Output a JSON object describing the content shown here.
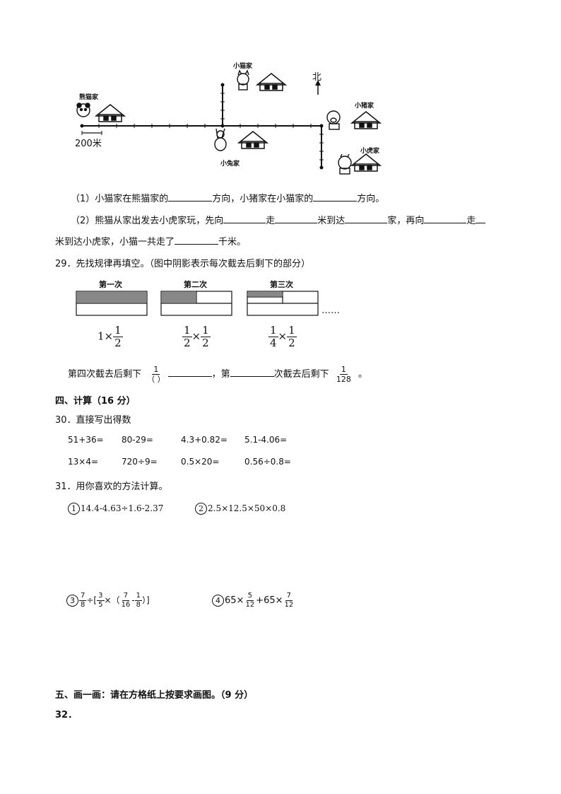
{
  "map": {
    "labels": {
      "panda": "熊猫家",
      "cat": "小猫家",
      "rabbit": "小兔家",
      "pig": "小猪家",
      "tiger": "小虎家",
      "north": "北",
      "scale": "200米"
    }
  },
  "q28": {
    "part1": {
      "a": "（1）小猫家在熊猫家的",
      "b": "方向，小猪家在小猫家的",
      "c": "方向。"
    },
    "part2": {
      "a": "（2）熊猫从家出发去小虎家玩，先向",
      "b": "走",
      "c": "米到达",
      "d": "家，再向",
      "e": "走",
      "f": "米到达小虎家，小猫一共走了",
      "g": "千米。"
    }
  },
  "q29": {
    "title": "29．先找规律再填空。（图中阴影表示每次截去后剩下的部分）",
    "panels": [
      {
        "label": "第一次",
        "expr_left": "1×",
        "num": "1",
        "den": "2"
      },
      {
        "label": "第二次",
        "expr_left_num": "1",
        "expr_left_den": "2",
        "times": "×",
        "num": "1",
        "den": "2"
      },
      {
        "label": "第三次",
        "expr_left_num": "1",
        "expr_left_den": "4",
        "times": "×",
        "num": "1",
        "den": "2"
      }
    ],
    "ellipsis": "……",
    "fill": {
      "a": "第四次截去后剩下",
      "frac1_num": "1",
      "frac1_den": "（  ）",
      "b": "，第",
      "c": "次截去后剩下",
      "frac2_num": "1",
      "frac2_den": "128",
      "d": "。"
    }
  },
  "section4": {
    "title": "四、计算（16 分）"
  },
  "q30": {
    "title": "30．直接写出得数",
    "row1": [
      "51+36=",
      "80-29=",
      "4.3+0.82=",
      "5.1-4.06="
    ],
    "row2": [
      "13×4=",
      "720÷9=",
      "0.5×20=",
      "0.56÷0.8="
    ]
  },
  "q31": {
    "title": "31．用你喜欢的方法计算。",
    "p1": {
      "mark": "1",
      "expr": "14.4-4.63÷1.6-2.37"
    },
    "p2": {
      "mark": "2",
      "expr": "2.5×12.5×50×0.8"
    },
    "p3": {
      "mark": "3",
      "a_num": "7",
      "a_den": "8",
      "op1": "÷[",
      "b_num": "3",
      "b_den": "5",
      "op2": "×（",
      "c_num": "7",
      "c_den": "16",
      "op3": "-",
      "d_num": "1",
      "d_den": "8",
      "close": "）]"
    },
    "p4": {
      "mark": "4",
      "a": "65×",
      "b_num": "5",
      "b_den": "12",
      "op": "+65×",
      "c_num": "7",
      "c_den": "12"
    }
  },
  "section5": {
    "title": "五、画一画：请在方格纸上按要求画图。（9 分）"
  },
  "q32": {
    "title": "32．"
  }
}
